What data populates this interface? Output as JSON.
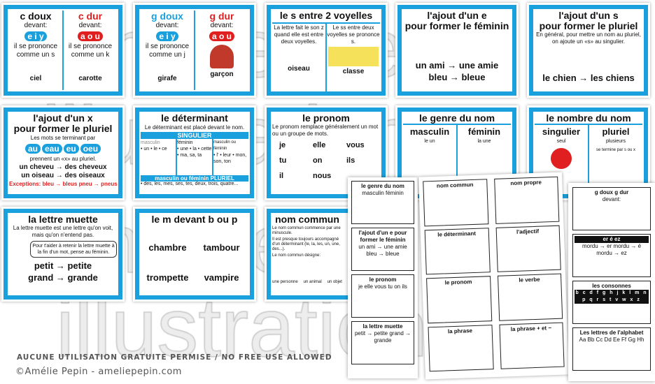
{
  "cards": [
    {
      "title_a": "c doux",
      "title_b": "c dur",
      "devant": "devant:",
      "vow_a": "e i y",
      "vow_b": "a o u",
      "pron": "il se prononce",
      "comme_a": "comme un s",
      "comme_b": "comme un k",
      "word_a": "ciel",
      "word_b": "carotte"
    },
    {
      "title_a": "g doux",
      "title_b": "g dur",
      "devant": "devant:",
      "vow_a": "e i y",
      "vow_b": "a o u",
      "pron": "il se prononce",
      "comme_a": "comme un j",
      "word_a": "girafe",
      "word_b": "garçon"
    },
    {
      "title": "le s entre 2 voyelles",
      "left": "La lettre fait le son z quand elle est entre deux voyelles.",
      "right": "Le ss entre deux voyelles se prononce s.",
      "word_a": "oiseau",
      "word_b": "classe"
    },
    {
      "title1": "l'ajout d'un e",
      "title2": "pour former le féminin",
      "ex1": "un ami → une amie",
      "ex2": "bleu → bleue"
    },
    {
      "title1": "l'ajout d'un s",
      "title2": "pour former le pluriel",
      "text": "En général, pour mettre un nom au pluriel, on ajoute un «s» au singulier.",
      "ex": "le chien → les chiens"
    },
    {
      "title1": "l'ajout d'un x",
      "title2": "pour former le pluriel",
      "text1": "Les mots se terminant par",
      "pills": [
        "au",
        "eau",
        "eu",
        "oeu"
      ],
      "text2": "prennent un «x» au pluriel.",
      "ex1": "un cheveu → des cheveux",
      "ex2": "un oiseau → des oiseaux",
      "exc": "Exceptions: bleu → bleus  pneu → pneus"
    },
    {
      "title": "le déterminant",
      "sub": "Le déterminant est placé devant le nom.",
      "sing": "SINGULIER",
      "cols": [
        "masculin",
        "féminin",
        "masculin ou féminin"
      ],
      "c1": "• un • le • ce",
      "c2": "• une • la • cette • ma, sa, ta",
      "c3": "• l' • leur • mon, son, ton",
      "plur": "masculin ou féminin PLURIEL",
      "plist": "• des, les, mes, ses, tes, deux, trois, quatre..."
    },
    {
      "title": "le pronom",
      "text": "Le pronom remplace généralement un mot ou un groupe de mots.",
      "prons": [
        "je",
        "elle",
        "vous",
        "tu",
        "on",
        "ils",
        "il",
        "nous"
      ]
    },
    {
      "title": "le genre du nom",
      "a": "masculin",
      "b": "féminin",
      "ba": "le un",
      "bb": "la une"
    },
    {
      "title": "le nombre du nom",
      "a": "singulier",
      "b": "pluriel",
      "ba": "seul",
      "bb": "plusieurs",
      "bc": "se termine par s ou x"
    },
    {
      "title": "la lettre muette",
      "text": "La lettre muette est une lettre qu'on voit, mais qu'on n'entend pas.",
      "bubble": "Pour t'aider à retenir la lettre muette à la fin d'un mot, pense au féminin.",
      "ex1": "petit → petite",
      "ex2": "grand → grande"
    },
    {
      "title": "le m devant b ou p",
      "words": [
        "chambre",
        "tambour",
        "trompette",
        "vampire"
      ]
    },
    {
      "title": "nom commun",
      "t1": "Le nom commun commence par une minuscule.",
      "t2": "Il est presque toujours accompagné d'un déterminant (le, la, les, un, une, des...).",
      "t3": "Le nom commun désigne:",
      "items": [
        "une personne",
        "un animal",
        "un objet"
      ]
    }
  ],
  "sheets": {
    "p1": [
      "le genre du nom",
      "l'ajout d'un e pour former le féminin",
      "le pronom",
      "la lettre muette"
    ],
    "p1_sub": [
      "masculin  féminin",
      "un ami → une amie  bleu → bleue",
      "je elle vous tu on ils",
      "petit → petite  grand → grande"
    ],
    "p2": [
      "nom commun",
      "nom propre",
      "le déterminant",
      "l'adjectif",
      "le pronom",
      "le verbe",
      "la phrase",
      "la phrase + et −"
    ],
    "p3": [
      "g doux  g dur",
      "er é ez",
      "les consonnes",
      "Les lettres de l'alphabet"
    ],
    "p3_sub": [
      "devant:",
      "mordu → er  mordu → é  mordu → ez",
      "b c d f g h j k l m n p q r s t v w x z",
      "Aa Bb Cc Dd Ee Ff Gg Hh"
    ]
  },
  "watermark": [
    "Amélie Pepin",
    "illustrations"
  ],
  "footer": {
    "notice": "AUCUNE UTILISATION GRATUITE PERMISE / NO FREE USE ALLOWED",
    "copyright": "©Amélie Pepin - ameliepepin.com"
  },
  "colors": {
    "brand": "#1aa0dc",
    "red": "#e02020",
    "pink": "#e0208a"
  }
}
